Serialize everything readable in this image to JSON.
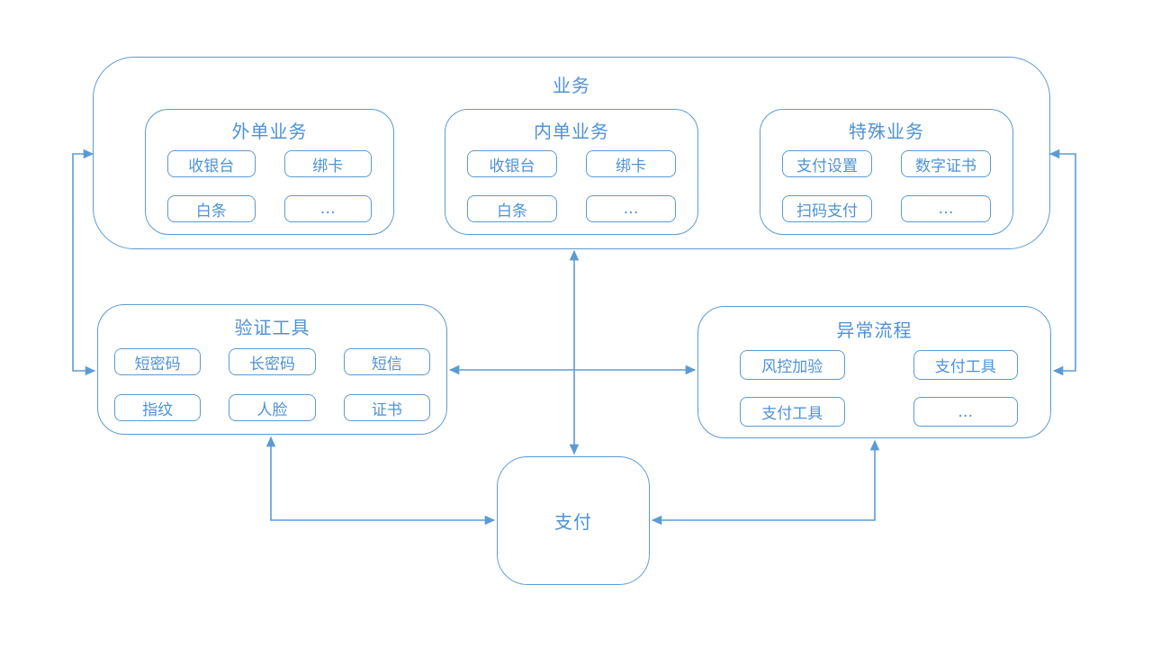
{
  "theme": {
    "accent_color": "#5B9BD5",
    "text_color": "#4E92D6",
    "background_color": "#FFFFFF"
  },
  "diagram": {
    "business": {
      "title": "业务",
      "subgroups": [
        {
          "title": "外单业务",
          "items": [
            "收银台",
            "绑卡",
            "白条",
            "…"
          ]
        },
        {
          "title": "内单业务",
          "items": [
            "收银台",
            "绑卡",
            "白条",
            "…"
          ]
        },
        {
          "title": "特殊业务",
          "items": [
            "支付设置",
            "数字证书",
            "扫码支付",
            "…"
          ]
        }
      ]
    },
    "verification": {
      "title": "验证工具",
      "items": [
        "短密码",
        "长密码",
        "短信",
        "指纹",
        "人脸",
        "证书"
      ]
    },
    "exception": {
      "title": "异常流程",
      "items": [
        "风控加验",
        "支付工具",
        "支付工具",
        "…"
      ]
    },
    "payment": {
      "title": "支付"
    },
    "connections": [
      "业务 ↔ 验证工具 (left side)",
      "业务 ↔ 异常流程 (right side)",
      "业务 ↕ 支付 (center vertical)",
      "验证工具 ↔ 异常流程 (horizontal)",
      "验证工具 ↕ 支付 (bottom left)",
      "异常流程 ↕ 支付 (bottom right)"
    ]
  }
}
